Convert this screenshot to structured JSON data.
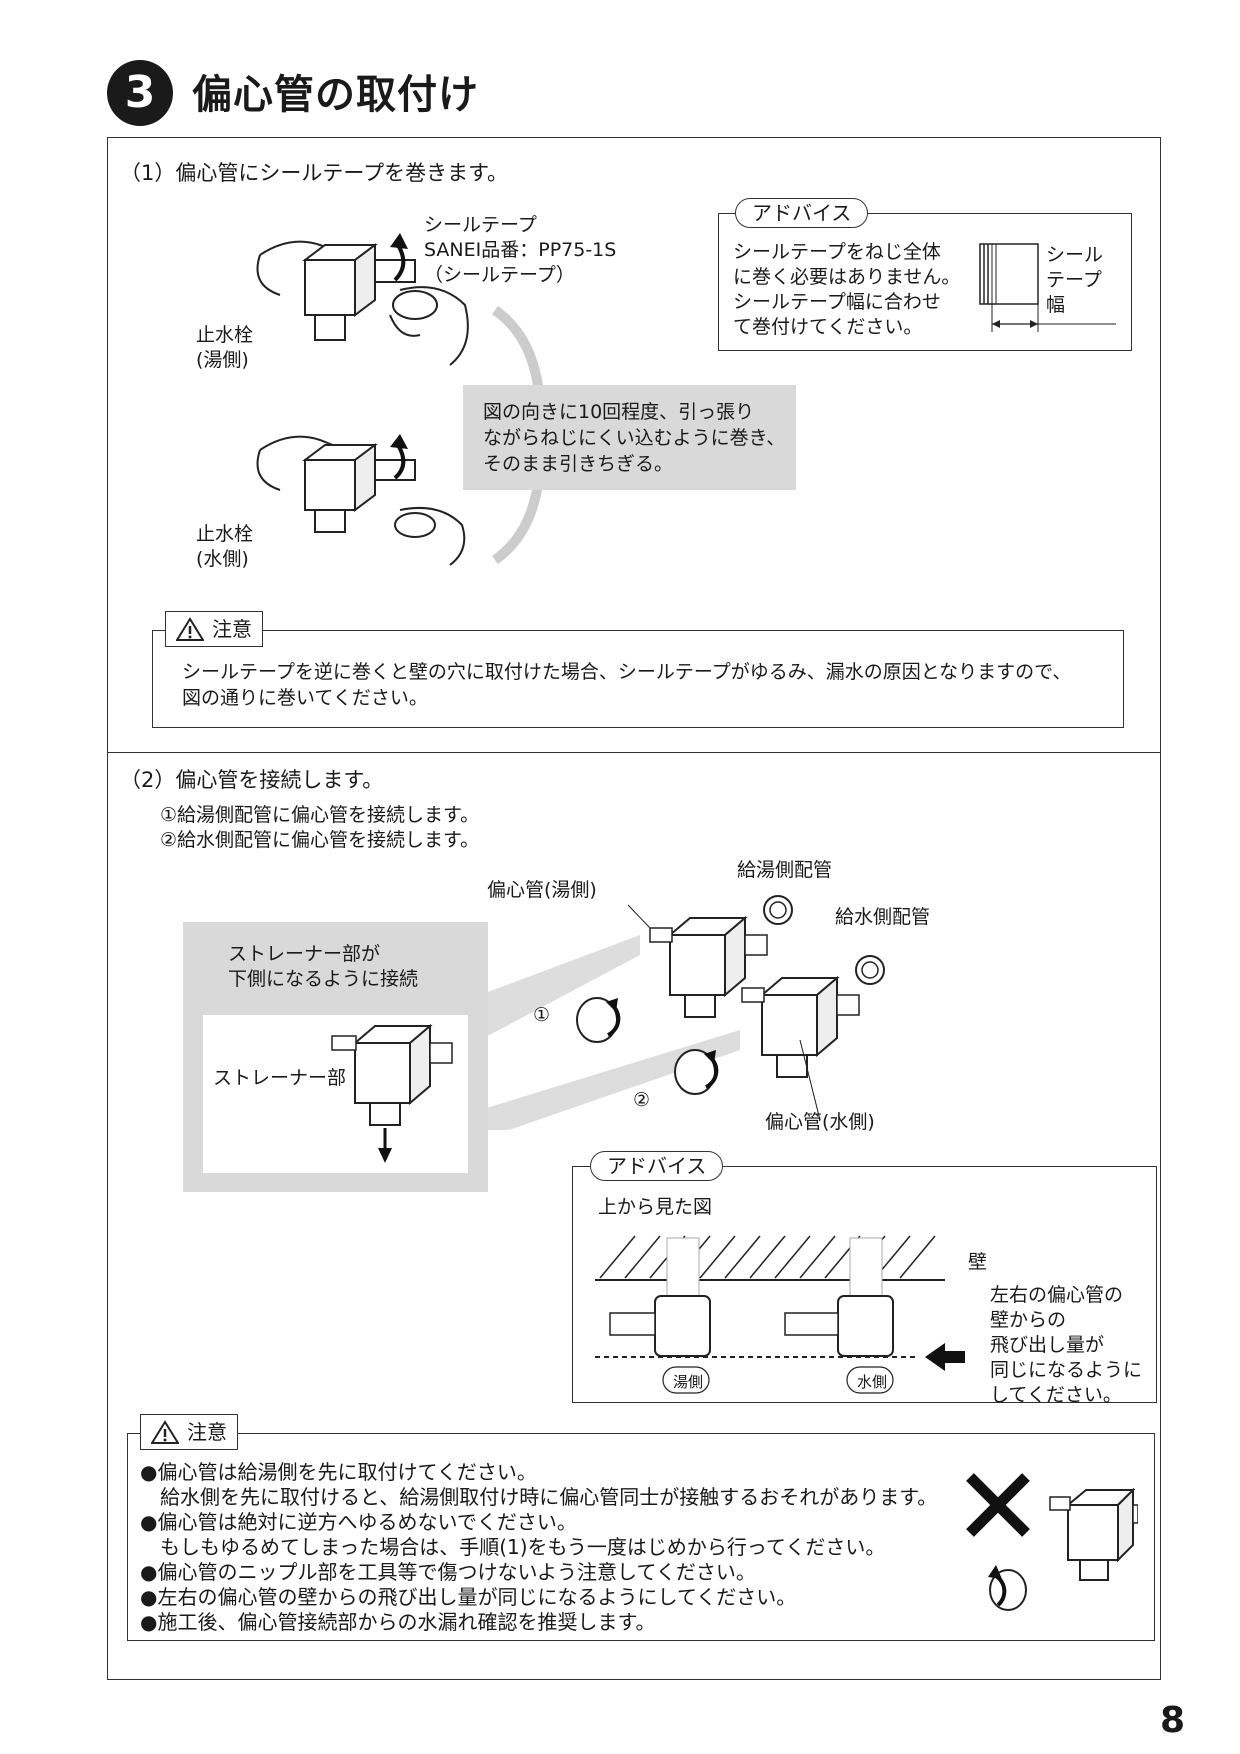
{
  "header": {
    "step_number": "3",
    "title": "偏心管の取付け"
  },
  "section1": {
    "heading": "（1）偏心管にシールテープを巻きます。",
    "tape_label": {
      "line1": "シールテープ",
      "line2": "SANEI品番：PP75-1S",
      "line3": "（シールテープ）"
    },
    "valve_hot": {
      "line1": "止水栓",
      "line2": "(湯側)"
    },
    "valve_cold": {
      "line1": "止水栓",
      "line2": "(水側)"
    },
    "instruction": {
      "line1": "図の向きに10回程度、引っ張り",
      "line2": "ながらねじにくい込むように巻き、",
      "line3": "そのまま引きちぎる。"
    },
    "advice": {
      "tag": "アドバイス",
      "lines": [
        "シールテープをねじ全体",
        "に巻く必要はありません。",
        "シールテープ幅に合わせ",
        "て巻付けてください。"
      ],
      "width_label": {
        "line1": "シール",
        "line2": "テープ",
        "line3": "幅"
      }
    },
    "caution": {
      "tag": "注意",
      "line1": "シールテープを逆に巻くと壁の穴に取付けた場合、シールテープがゆるみ、漏水の原因となりますので、",
      "line2": "図の通りに巻いてください。"
    }
  },
  "section2": {
    "heading": "（2）偏心管を接続します。",
    "sub1": "①給湯側配管に偏心管を接続します。",
    "sub2": "②給水側配管に偏心管を接続します。",
    "labels": {
      "hot_pipe": "給湯側配管",
      "cold_pipe": "給水側配管",
      "eccentric_hot": "偏心管(湯側)",
      "eccentric_cold": "偏心管(水側)",
      "step1": "①",
      "step2": "②"
    },
    "strainer_box": {
      "line1": "ストレーナー部が",
      "line2": "下側になるように接続",
      "part_label": "ストレーナー部"
    },
    "advice": {
      "tag": "アドバイス",
      "view_label": "上から見た図",
      "wall_label": "壁",
      "hot_side": "湯側",
      "cold_side": "水側",
      "note": [
        "左右の偏心管の",
        "壁からの",
        "飛び出し量が",
        "同じになるように",
        "してください。"
      ]
    },
    "caution": {
      "tag": "注意",
      "lines": [
        "●偏心管は給湯側を先に取付けてください。",
        "　給水側を先に取付けると、給湯側取付け時に偏心管同士が接触するおそれがあります。",
        "●偏心管は絶対に逆方へゆるめないでください。",
        "　もしもゆるめてしまった場合は、手順(1)をもう一度はじめから行ってください。",
        "●偏心管のニップル部を工具等で傷つけないよう注意してください。",
        "●左右の偏心管の壁からの飛び出し量が同じになるようにしてください。",
        "●施工後、偏心管接続部からの水漏れ確認を推奨します。"
      ]
    }
  },
  "page_number": "8"
}
